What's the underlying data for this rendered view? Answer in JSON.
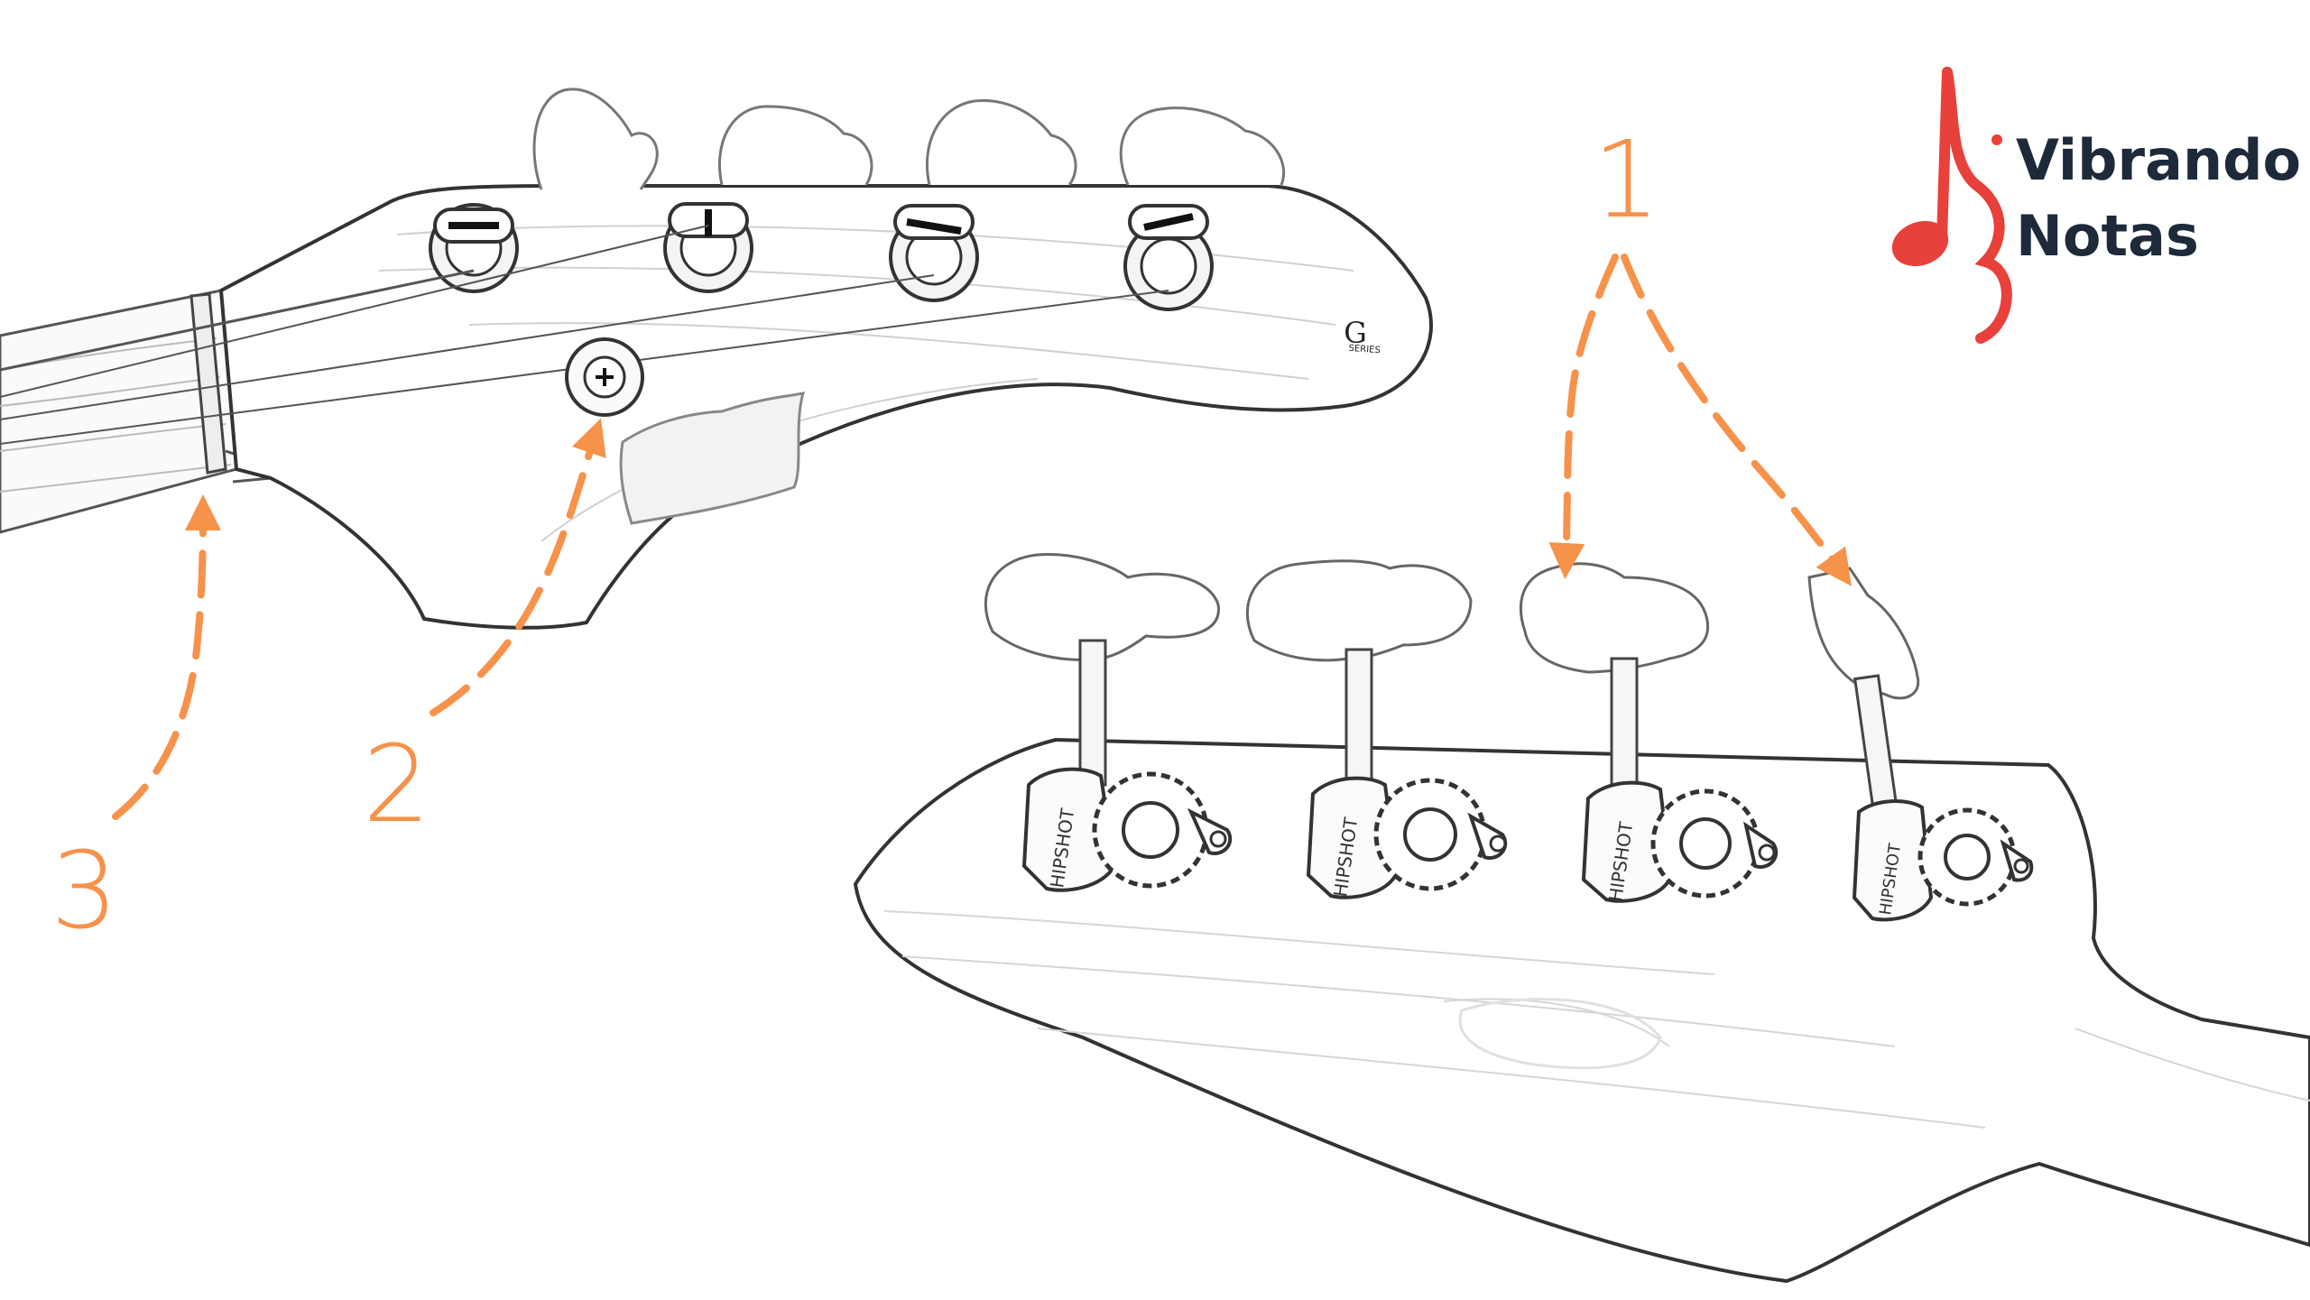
{
  "brand": {
    "name_line1": "Vibrando",
    "name_line2": "Notas",
    "logo_color": "#e8403a",
    "text_color": "#1e2a3a"
  },
  "headstock_logo_text": "G",
  "headstock_logo_subtext": "SERIES",
  "tuner_brand_text": "HIPSHOT",
  "callouts": [
    {
      "number": "1"
    },
    {
      "number": "2"
    },
    {
      "number": "3"
    }
  ],
  "accent_color": "#f7924a",
  "line_color": "#444444"
}
